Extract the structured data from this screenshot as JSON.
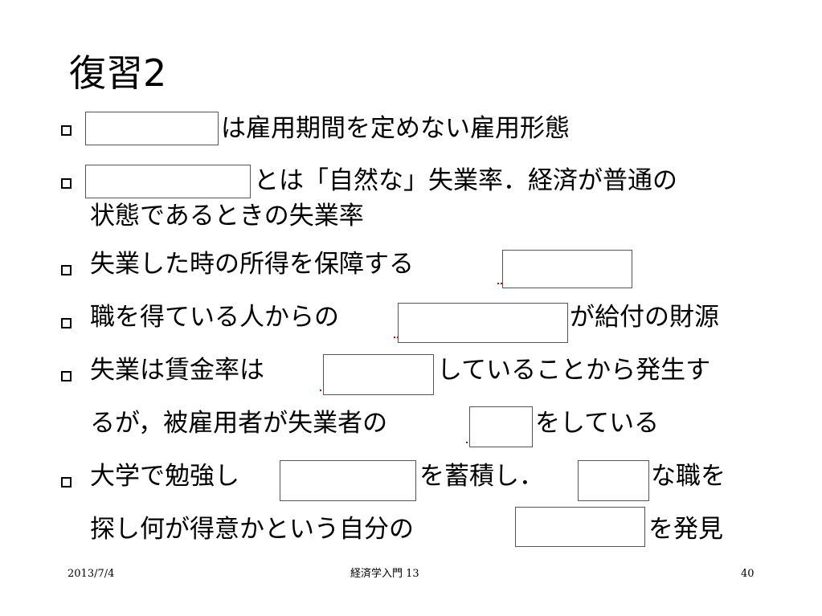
{
  "title": "復習2",
  "lines": {
    "l1": "は雇用期間を定めない雇用形態",
    "l2a": "とは「自然な」失業率．経済が普通の",
    "l2b": "状態であるときの失業率",
    "l3": "失業した時の所得を保障する",
    "l4a": "職を得ている人からの",
    "l4b": "が給付の財源",
    "l5a": "失業は賃金率は",
    "l5b": "していることから発生す",
    "l5c": "るが，被雇用者が失業者の",
    "l5d": "をしている",
    "l6a": "大学で勉強し",
    "l6b": "を蓄積し．",
    "l6c": "な職を",
    "l6d": "探し何が得意かという自分の",
    "l6e": "を発見"
  },
  "footer": {
    "date": "2013/7/4",
    "course": "経済学入門 13",
    "page": "40"
  },
  "colors": {
    "text": "#000000",
    "blank_border": "#555555",
    "answer_mark": "#cc0000"
  },
  "icons": [
    "square-bullet-icon"
  ]
}
